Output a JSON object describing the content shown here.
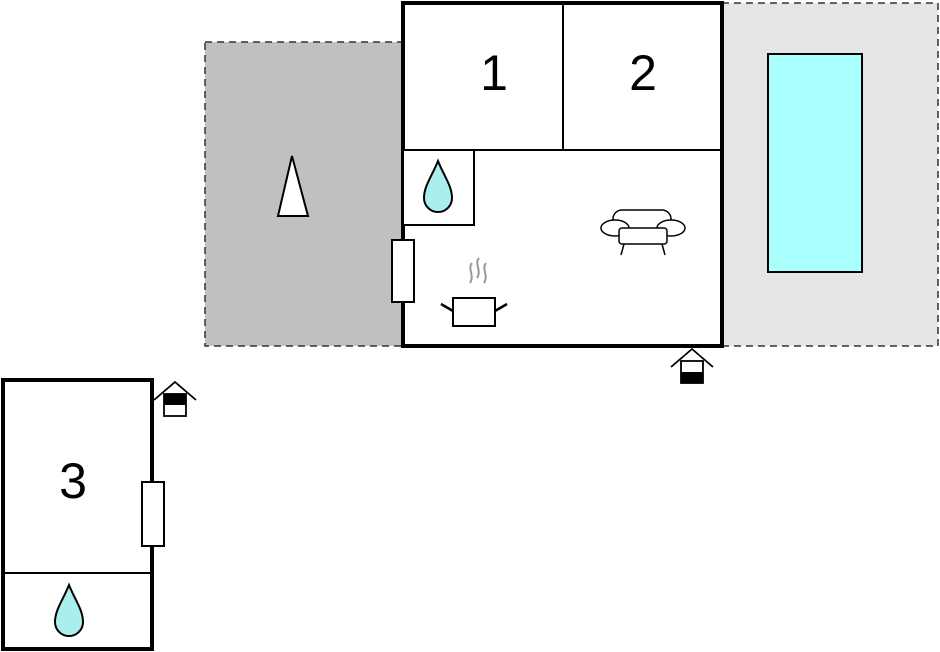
{
  "floorplan": {
    "rooms": [
      {
        "id": "bedroom-1",
        "label": "1"
      },
      {
        "id": "bedroom-2",
        "label": "2"
      },
      {
        "id": "bedroom-3",
        "label": "3"
      }
    ],
    "icons": [
      "water-drop-icon",
      "sofa-icon",
      "cooking-pot-icon",
      "entrance-icon",
      "tree-icon",
      "pool-icon",
      "window-icon"
    ],
    "colors": {
      "wall": "#000000",
      "floor": "#ffffff",
      "garden": "#c0c0c0",
      "terrace": "#e5e5e5",
      "pool": "#aaffff",
      "water": "#aaeeee",
      "steam": "#999999"
    }
  }
}
